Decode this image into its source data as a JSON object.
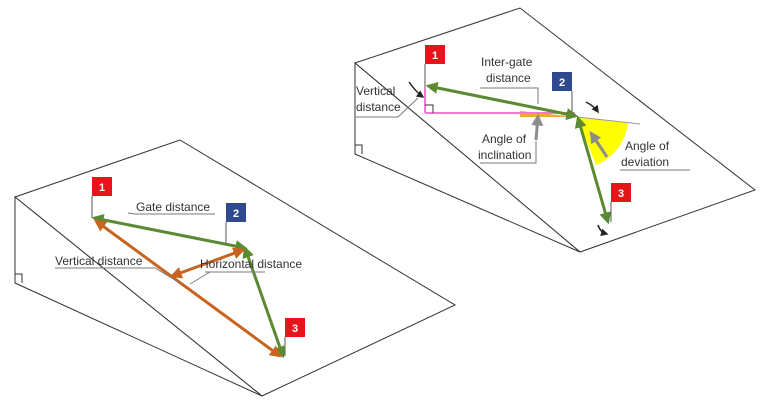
{
  "left_diagram": {
    "gates": [
      {
        "number": "1",
        "color": "#e8141c"
      },
      {
        "number": "2",
        "color": "#2f4a8e"
      },
      {
        "number": "3",
        "color": "#e8141c"
      }
    ],
    "labels": {
      "gate_distance": "Gate distance",
      "vertical_distance": "Vertical distance",
      "horizontal_distance": "Horizontal distance"
    }
  },
  "right_diagram": {
    "gates": [
      {
        "number": "1",
        "color": "#e8141c"
      },
      {
        "number": "2",
        "color": "#2f4a8e"
      },
      {
        "number": "3",
        "color": "#e8141c"
      }
    ],
    "labels": {
      "inter_gate_distance_line1": "Inter-gate",
      "inter_gate_distance_line2": "distance",
      "vertical_distance_line1": "Vertical",
      "vertical_distance_line2": "distance",
      "angle_of_inclination_line1": "Angle of",
      "angle_of_inclination_line2": "inclination",
      "angle_of_deviation_line1": "Angle of",
      "angle_of_deviation_line2": "deviation"
    }
  },
  "colors": {
    "green_arrow": "#5a8a32",
    "orange_arrow": "#c8641e",
    "pink_line": "#f07ad2",
    "gray_arrow": "#8c8c8c",
    "inclination_wedge": "#f0a020",
    "deviation_wedge": "#ffff00"
  }
}
